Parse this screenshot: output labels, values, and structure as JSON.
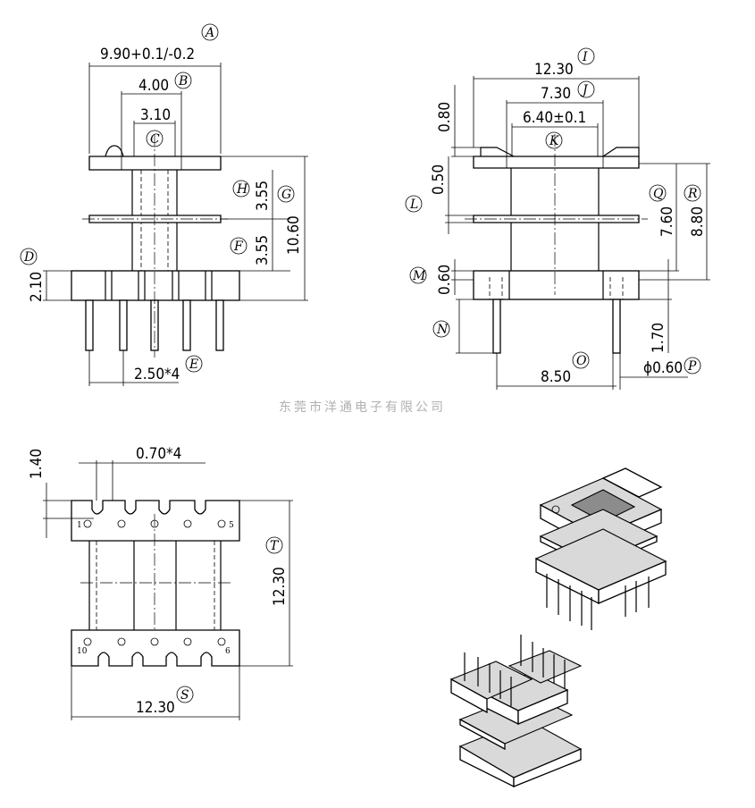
{
  "watermark": "东莞市洋通电子有限公司",
  "dimensions": {
    "A": "9.90+0.1/-0.2",
    "B": "4.00",
    "C": "3.10",
    "D": "2.10",
    "E": "2.50*4",
    "F": "3.55",
    "G": "10.60",
    "H": "3.55",
    "I": "12.30",
    "J": "7.30",
    "K": "6.40±0.1",
    "L": "0.50",
    "L_top": "0.80",
    "M": "0.60",
    "N": "",
    "O": "8.50",
    "P": "ϕ0.60",
    "P_len": "1.70",
    "Q": "7.60",
    "R": "8.80",
    "S": "12.30",
    "T": "12.30",
    "bottom_pitch": "0.70*4",
    "bottom_slot": "1.40"
  },
  "callouts": [
    "A",
    "B",
    "C",
    "D",
    "E",
    "F",
    "G",
    "H",
    "I",
    "J",
    "K",
    "L",
    "M",
    "N",
    "O",
    "P",
    "Q",
    "R",
    "S",
    "T"
  ],
  "pin_numbers": {
    "p1": "1",
    "p5": "5",
    "p10": "10",
    "p6": "6"
  }
}
